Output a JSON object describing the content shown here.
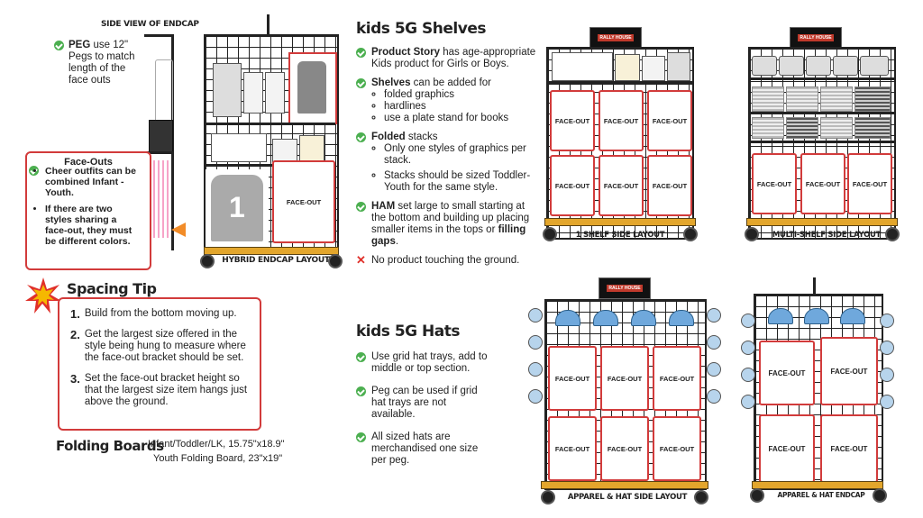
{
  "side_view": {
    "title": "SIDE VIEW OF ENDCAP",
    "peg_bold": "PEG",
    "peg_text": " use 12\" Pegs to match length of the face outs"
  },
  "faceouts_box": {
    "title": "Face-Outs",
    "items": [
      "Cheer outfits can be combined Infant - Youth.",
      "If there are two styles sharing a face-out, they must be different colors."
    ]
  },
  "hybrid": {
    "label": "HYBRID ENDCAP LAYOUT",
    "faceout_label": "FACE-OUT"
  },
  "spacing": {
    "title": "Spacing Tip",
    "items": [
      {
        "num": "1.",
        "text": "Build from the bottom moving up."
      },
      {
        "num": "2.",
        "text": "Get the largest size offered in the style being hung to measure where the face-out bracket should be set."
      },
      {
        "num": "3.",
        "text": "Set the face-out bracket height so that the largest size item hangs just above the ground."
      }
    ]
  },
  "folding_boards": {
    "title": "Folding Boards",
    "line1": "Infant/Toddler/LK, 15.75\"x18.9\"",
    "line2": "Youth Folding Board, 23\"x19\""
  },
  "shelves": {
    "title": "kids 5G Shelves",
    "b1_bold": "Product Story",
    "b1_text": " has age-appropriate Kids product for Girls or Boys.",
    "b2_bold": "Shelves",
    "b2_text": " can be added for",
    "b2_subs": [
      "folded graphics",
      "hardlines",
      "use a plate stand for books"
    ],
    "b3_bold": "Folded",
    "b3_text": " stacks",
    "b3_subs": [
      "Only one styles of graphics per stack.",
      "Stacks should be sized Toddler-Youth for the same style."
    ],
    "b4_bold": "HAM",
    "b4_text": " set large to small starting at the bottom and building up placing smaller items in the tops or ",
    "b4_bold2": "filling gaps",
    "b4_end": ".",
    "b5_text": "No product touching the ground."
  },
  "hats": {
    "title": "kids 5G Hats",
    "items": [
      "Use grid hat trays, add to middle or top section.",
      "Peg can be used if grid hat trays are not available.",
      "All sized hats are merchandised one size per peg."
    ]
  },
  "sign_text": "RALLY HOUSE",
  "fixtures": {
    "one_shelf": {
      "label": "1 SHELF SIDE  LAYOUT",
      "faceout": "FACE-OUT"
    },
    "multi_shelf": {
      "label": "MULTI-SHELF SIDE LAYOUT",
      "faceout": "FACE-OUT"
    },
    "apparel_hat": {
      "label": "APPAREL & HAT SIDE LAYOUT",
      "faceout": "FACE-OUT"
    },
    "apparel_endcap": {
      "label": "APPAREL & HAT ENDCAP",
      "faceout": "FACE-OUT"
    }
  },
  "colors": {
    "accent_red": "#d23b3b",
    "check_green": "#4caf50",
    "base_gold": "#e3a62c",
    "hat_blue": "#6fa8dc"
  }
}
